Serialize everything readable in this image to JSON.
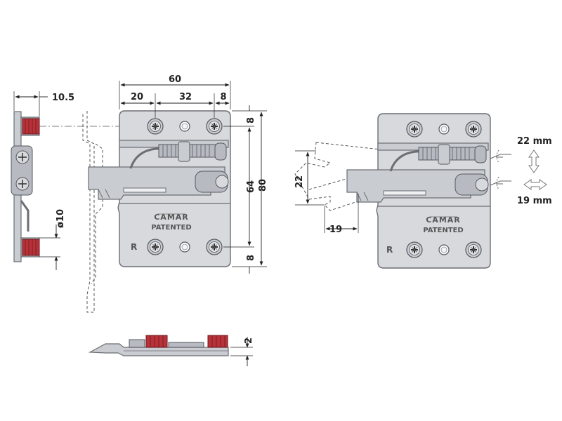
{
  "side_view": {
    "dim_top": "10.5",
    "dim_diameter": "ø10"
  },
  "front_view": {
    "dim_width": "60",
    "dim_seg1": "20",
    "dim_seg2": "32",
    "dim_seg3": "8",
    "dim_height": "80",
    "dim_inner": "64",
    "dim_top_margin": "8",
    "dim_bottom_margin": "8",
    "brand": "CAMAR",
    "patented": "PATENTED",
    "side_mark": "R"
  },
  "bottom_view": {
    "dim_thickness": "2"
  },
  "adjust_view": {
    "dim_vertical": "22",
    "dim_depth": "19",
    "adj_height_label": "22 mm",
    "adj_depth_label": "19 mm",
    "brand": "CAMAR",
    "patented": "PATENTED",
    "side_mark": "R"
  },
  "colors": {
    "plate": "#d7d9dd",
    "outline": "#6b6e74",
    "insert": "#b8323a"
  }
}
